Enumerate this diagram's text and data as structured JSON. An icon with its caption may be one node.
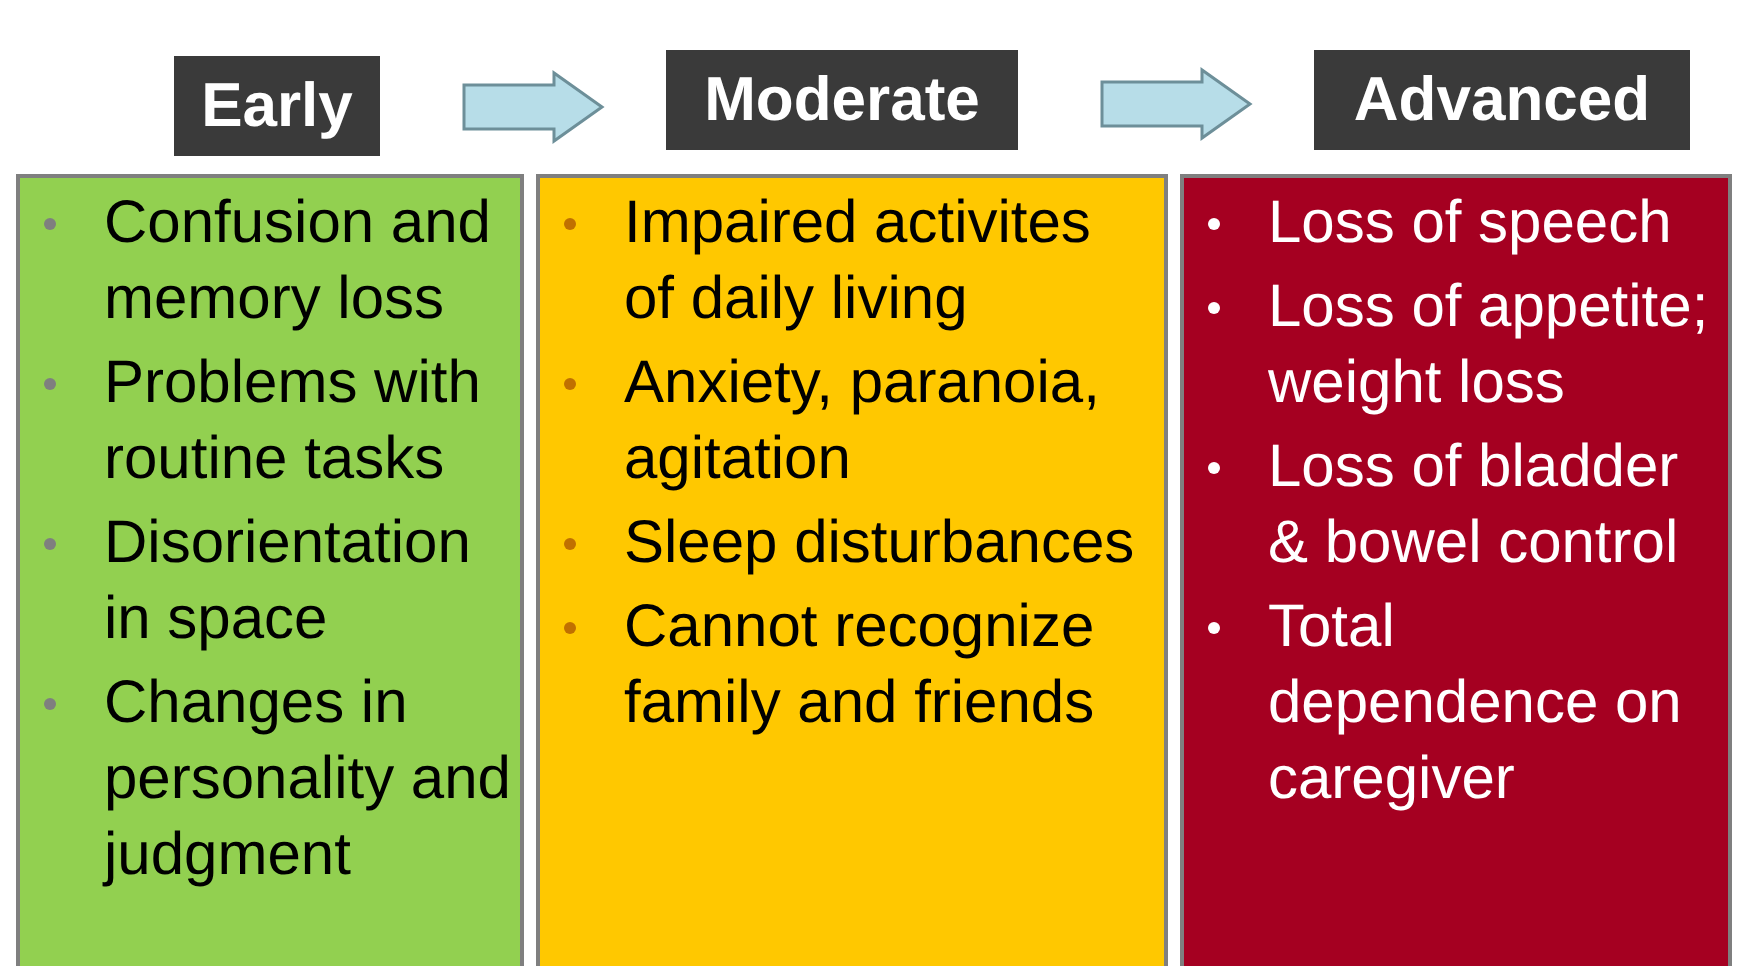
{
  "diagram": {
    "nodes": [
      {
        "text": [
          "Early"
        ]
      },
      {
        "text": [
          "Moderate"
        ]
      },
      {
        "text": [
          "Advanced"
        ]
      },
      {
        "text": [
          "Confusion and memory loss",
          "Problems with routine tasks",
          "Disorientation in space",
          "Changes in personality and judgment"
        ]
      },
      {
        "text": [
          "Impaired activites of daily living",
          "Anxiety, paranoia, agitation",
          "Sleep disturbances",
          "Cannot recognize family and friends"
        ]
      },
      {
        "text": [
          "Loss of speech",
          "Loss of appetite; weight loss",
          "Loss of bladder & bowel control",
          "Total dependence on caregiver"
        ]
      }
    ],
    "edges": [
      {
        "from": 0,
        "to": 1,
        "arrow": "to"
      },
      {
        "from": 1,
        "to": 2,
        "arrow": "to"
      }
    ]
  }
}
